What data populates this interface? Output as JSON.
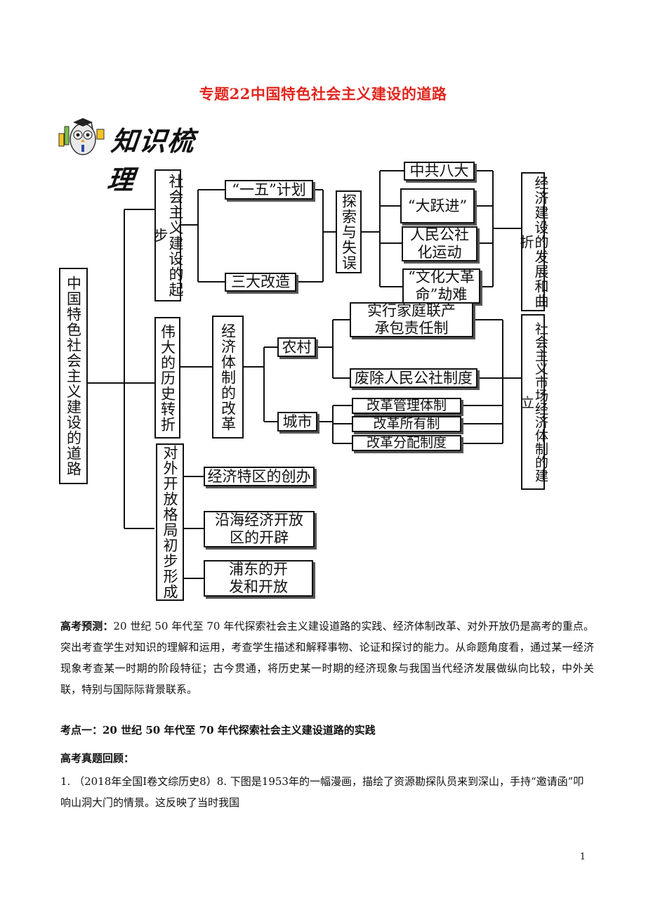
{
  "title": "专题22中国特色社会主义建设的道路",
  "logo": {
    "text": "知识梳理",
    "icon": "owl-scholar-icon"
  },
  "diagram": {
    "root": "中国特色社会主义建设的道路",
    "branch1": "社会主义建设的起步",
    "plan": "“一五”计划",
    "transform": "三大改造",
    "explore": "探索与失误",
    "congress": "中共八大",
    "leap": "“大跃进”",
    "commune": "人民公社\n化运动",
    "culture": "“文化大革\n命”劫难",
    "right1": "经济建设的发展和曲折",
    "branch2": "伟大的历史转折",
    "reform": "经济体制的改革",
    "rural": "农村",
    "household": "实行家庭联产\n承包责任制",
    "abolish": "废除人民公社制度",
    "urban": "城市",
    "mgmt": "改革管理体制",
    "ownership": "改革所有制",
    "distribution": "改革分配制度",
    "right2": "社会主义市场经济体制的建立",
    "branch3": "对外开放格局初步形成",
    "sez": "经济特区的创办",
    "coastal": "沿海经济开放\n区的开辟",
    "pudong": "浦东的开\n发和开放"
  },
  "text": {
    "forecast_label": "高考预测：",
    "forecast_body": "20 世纪 50 年代至 70 年代探索社会主义建设道路的实践、经济体制改革、对外开放仍是高考的重点。突出考查学生对知识的理解和运用，考查学生描述和解释事物、论证和探讨的能力。从命题角度看，通过某一经济现象考查某一时期的阶段特征；古今贯通，将历史某一时期的经济现象与我国当代经济发展做纵向比较，中外关联，特别与国际际背景联系。",
    "point1": "考点一：20 世纪 50 年代至 70 年代探索社会主义建设道路的实践",
    "review": "高考真题回顾：",
    "q1": "1. （2018年全国Ⅰ卷文综历史8）8. 下图是1953年的一幅漫画，描绘了资源勘探队员来到深山，手持“邀请函”叩响山洞大门的情景。这反映了当时我国"
  },
  "page_number": "1"
}
